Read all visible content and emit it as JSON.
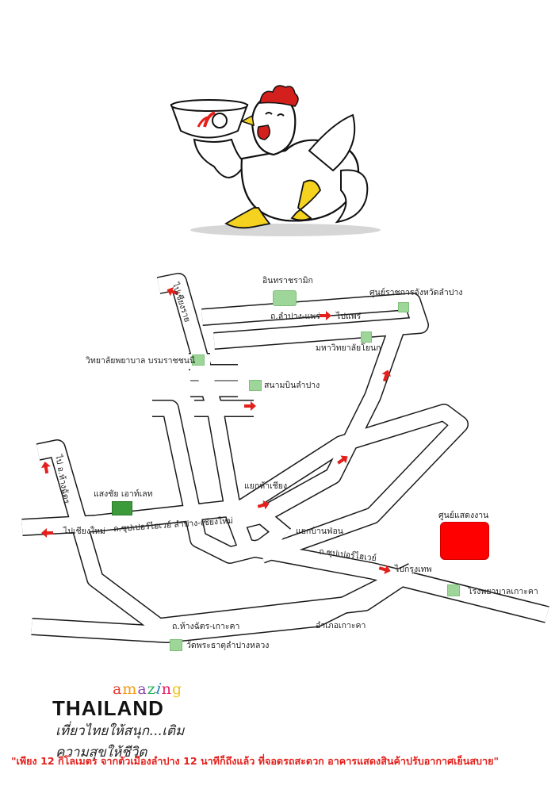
{
  "map": {
    "labels": {
      "chiangrai": "ไปเชียงราย",
      "inthra": "อินทราชรามิก",
      "provincial_hall": "ศูนย์ราชการจังหวัดลำปาง",
      "lampang_phrae_rd": "ถ.ลำปาง-แพร่",
      "to_phrae": "ไปแพร่",
      "yonok": "มหาวิทยาลัยโยนก",
      "nursing_college": "วิทยาลัยพยาบาล บรมราชชนนี",
      "airport": "สนามบินลำปาง",
      "ngao": "ไป อ.ห้างฉัตร",
      "saengchai": "แสงชัย เอาท์เลท",
      "to_chiangmai": "ไปเชียงใหม่",
      "superhighway_cm": "ถ.ซุปเปอร์ไฮเวย์ ลำปาง-เชียงใหม่",
      "haa_yaek": "แยกห้าเชียง",
      "exhibition_center": "ศูนย์แสดงงาน",
      "baan_fon": "แยกบ้านฟ่อน",
      "superhighway": "ถ.ซุปเปอร์ไฮเวย์",
      "to_bangkok": "ไปกรุงเทพ",
      "hospital": "โรงพยาบาลเกาะคา",
      "hang_chat_rd": "ถ.ห้างฉัตร-เกาะคา",
      "ko_kha": "อำเภอเกาะคา",
      "wat": "วัดพระธาตุลำปางหลวง"
    },
    "colors": {
      "road_border": "#1a1a1a",
      "road_fill": "#ffffff",
      "arrow": "#e3201b",
      "marker": "#9ed69a",
      "outlet": "#3c9a3a",
      "venue": "#ff0000"
    }
  },
  "brand": {
    "amazing_letters": [
      "a",
      "m",
      "a",
      "z",
      "i",
      "n",
      "g"
    ],
    "amazing_colors": [
      "#e63b2e",
      "#f39c12",
      "#8e44ad",
      "#27ae60",
      "#2980b9",
      "#e91e63",
      "#f1c40f"
    ],
    "country": "THAILAND",
    "slogan": "เที่ยวไทยให้สนุก...เติมความสุขให้ชีวิต"
  },
  "footer": {
    "tagline": "\"เพียง 12 กิโลเมตร จากตัวเมืองลำปาง 12 นาทีก็ถึงแล้ว ที่จอดรถสะดวก อาคารแสดงสินค้าปรับอากาศเย็นสบาย\""
  }
}
